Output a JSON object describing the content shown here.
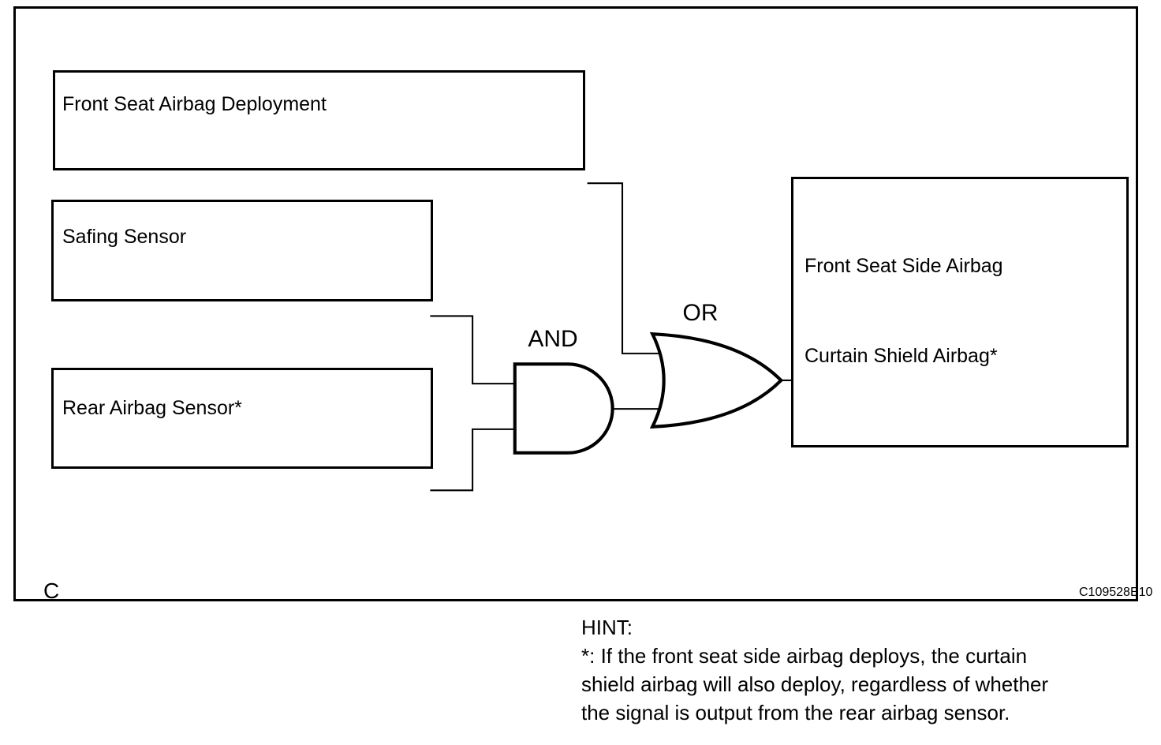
{
  "diagram": {
    "inputs": [
      {
        "label": "Front Seat Airbag Deployment"
      },
      {
        "label": "Safing Sensor"
      },
      {
        "label": "Rear Airbag Sensor*"
      }
    ],
    "gates": {
      "and": "AND",
      "or": "OR"
    },
    "outputs": [
      "Front Seat Side Airbag",
      "Curtain Shield Airbag*"
    ],
    "corner_label": "C",
    "figure_code": "C109528E10"
  },
  "hint": {
    "title": "HINT:",
    "lines": [
      "*: If the front seat side airbag deploys, the curtain",
      "shield airbag will also deploy, regardless of whether",
      "the signal is output from the rear airbag sensor."
    ]
  },
  "colors": {
    "stroke": "#000000",
    "background": "#ffffff"
  }
}
